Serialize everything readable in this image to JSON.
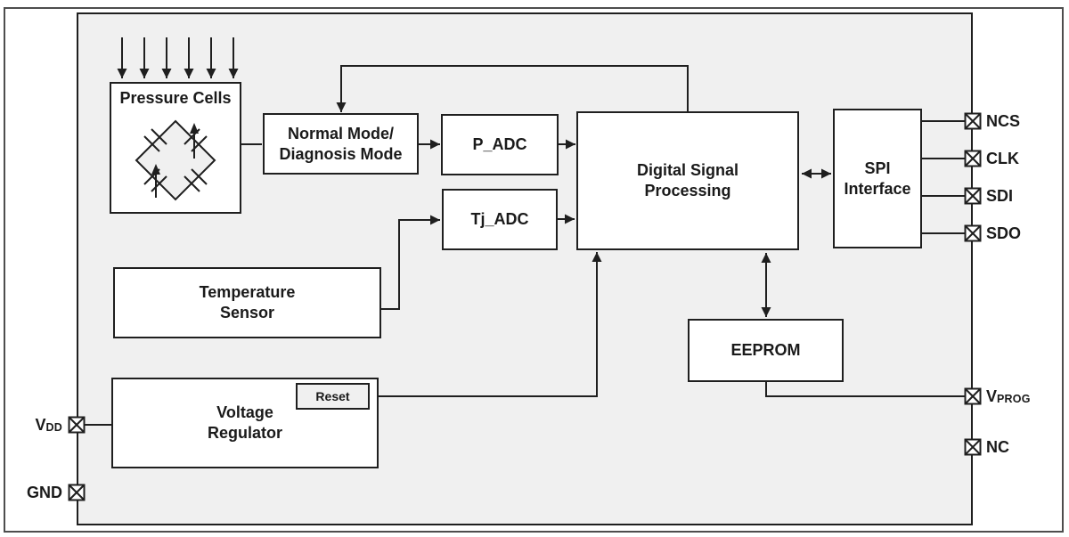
{
  "blocks": {
    "pressure_cells": {
      "label": "Pressure Cells"
    },
    "normal_mode": {
      "lines": [
        "Normal Mode/",
        "Diagnosis Mode"
      ]
    },
    "p_adc": {
      "label": "P_ADC"
    },
    "tj_adc": {
      "label": "Tj_ADC"
    },
    "dsp": {
      "lines": [
        "Digital Signal",
        "Processing"
      ]
    },
    "spi": {
      "lines": [
        "SPI",
        "Interface"
      ]
    },
    "temperature_sensor": {
      "lines": [
        "Temperature",
        "Sensor"
      ]
    },
    "eeprom": {
      "label": "EEPROM"
    },
    "voltage_regulator": {
      "lines": [
        "Voltage",
        "Regulator"
      ]
    },
    "reset": {
      "label": "Reset"
    }
  },
  "pins": {
    "ncs": {
      "label": "NCS"
    },
    "clk": {
      "label": "CLK"
    },
    "sdi": {
      "label": "SDI"
    },
    "sdo": {
      "label": "SDO"
    },
    "vprog": {
      "base": "V",
      "sub": "PROG"
    },
    "nc": {
      "label": "NC"
    },
    "vdd": {
      "base": "V",
      "sub": "DD"
    },
    "gnd": {
      "label": "GND"
    }
  },
  "colors": {
    "chip_fill": "#f0f0f0",
    "box_fill": "#ffffff",
    "stroke": "#1f1f1f"
  }
}
